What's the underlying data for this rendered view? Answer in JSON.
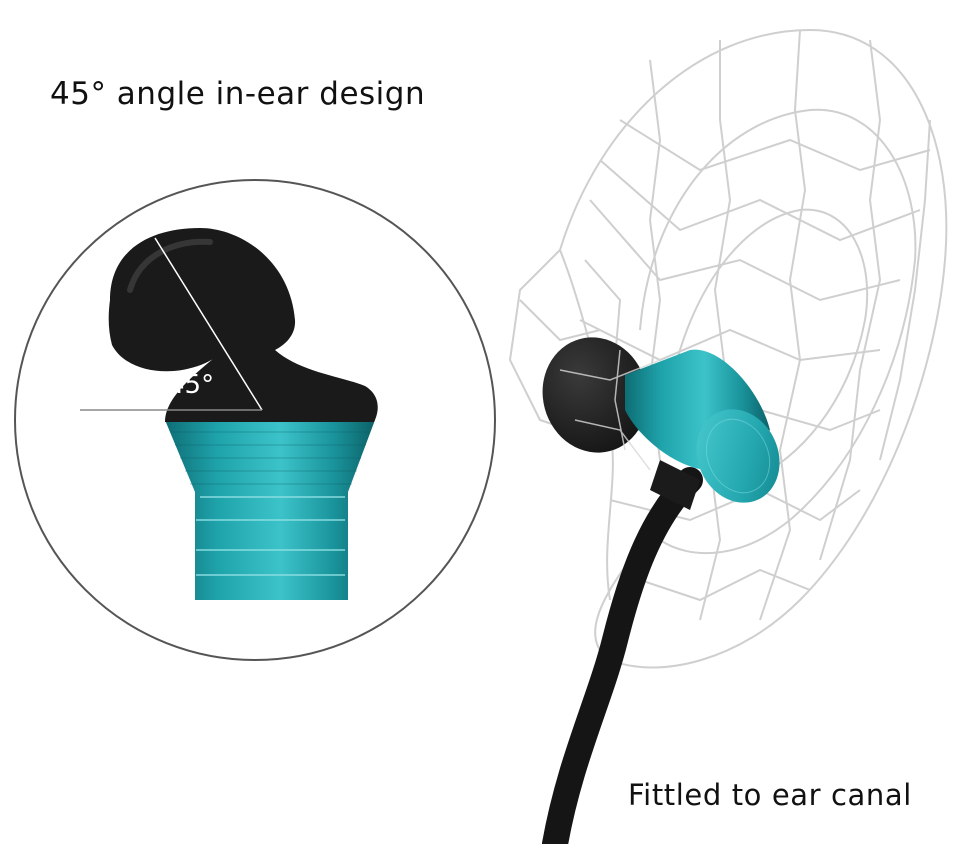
{
  "headline": "45° angle in-ear design",
  "angle_label": "45°",
  "caption": "Fittled to ear canal",
  "colors": {
    "accent_teal": "#2bb0b8",
    "teal_dark": "#127f86",
    "eartip_black": "#1c1c1c",
    "ear_wireframe": "#c9c9c9"
  }
}
